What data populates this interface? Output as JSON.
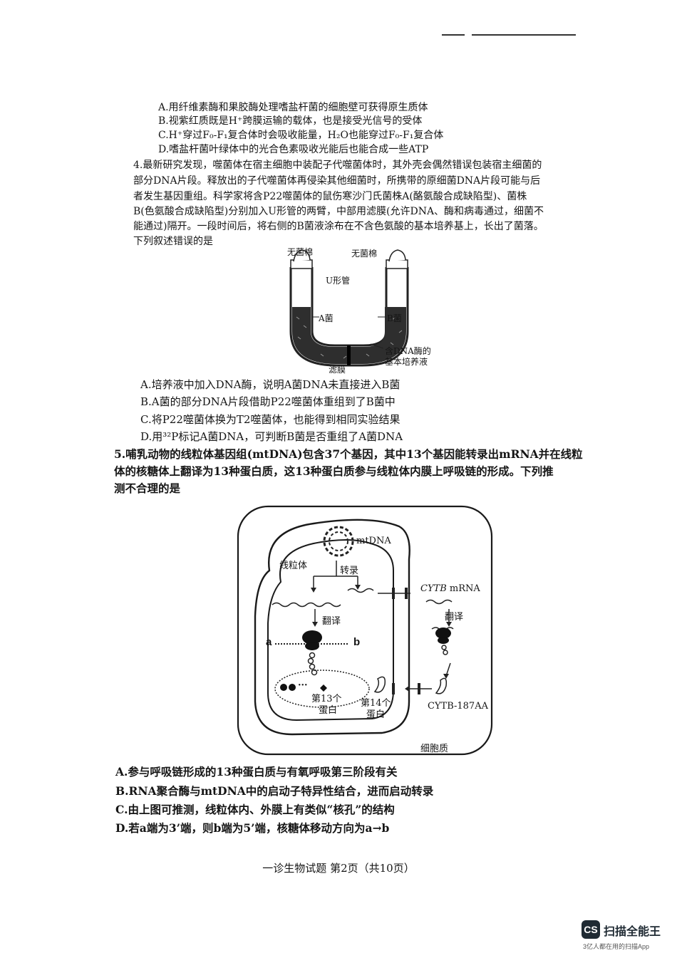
{
  "q3_options": [
    "A.用纤维素酶和果胶酶处理嗜盐杆菌的细胞壁可获得原生质体",
    "B.视紫红质既是H⁺跨膜运输的载体，也是接受光信号的受体",
    "C.H⁺穿过F₀-F₁复合体时会吸收能量，H₂O也能穿过F₀-F₁复合体",
    "D.嗜盐杆菌叶绿体中的光合色素吸收光能后也能合成一些ATP"
  ],
  "q4": {
    "lines": [
      "4.最新研究发现，噬菌体在宿主细胞中装配子代噬菌体时，其外壳会偶然错误包装宿主细菌的",
      "部分DNA片段。释放出的子代噬菌体再侵染其他细菌时，所携带的原细菌DNA片段可能与后",
      "者发生基因重组。科学家将含P22噬菌体的鼠伤寒沙门氏菌株A(酪氨酸合成缺陷型)、菌株",
      "B(色氨酸合成缺陷型)分别加入U形管的两臂，中部用滤膜(允许DNA、酶和病毒通过，细菌不",
      "能通过)隔开。一段时间后，将右侧的B菌液涂布在不含色氨酸的基本培养基上，长出了菌落。",
      "下列叙述错误的是"
    ],
    "figure": {
      "left_plug": "无菌棉",
      "right_plug": "无菌棉",
      "tube": "U形管",
      "a_label": "A菌",
      "b_label": "B菌",
      "medium_line1": "含DNA酶的",
      "medium_line2": "基本培养液",
      "filter": "滤膜"
    },
    "options": [
      "A.培养液中加入DNA酶，说明A菌DNA未直接进入B菌",
      "B.A菌的部分DNA片段借助P22噬菌体重组到了B菌中",
      "C.将P22噬菌体换为T2噬菌体，也能得到相同实验结果",
      "D.用³²P标记A菌DNA，可判断B菌是否重组了A菌DNA"
    ]
  },
  "q5": {
    "lines": [
      "5.哺乳动物的线粒体基因组(mtDNA)包含37个基因，其中13个基因能转录出mRNA并在线粒",
      "体的核糖体上翻译为13种蛋白质，这13种蛋白质参与线粒体内膜上呼吸链的形成。下列推",
      "测不合理的是"
    ],
    "figure": {
      "mtdna": "mtDNA",
      "mito": "线粒体",
      "transcription": "转录",
      "cytb_mrna_italic": "CYTB",
      "cytb_mrna_rest": " mRNA",
      "translation1": "翻译",
      "translation2": "翻译",
      "end_a": "a",
      "end_b": "b",
      "dots": "···",
      "p13_line1": "第13个",
      "p13_line2": "蛋白",
      "p14_line1": "第14个",
      "p14_line2": "蛋白",
      "cytb_protein": "CYTB-187AA",
      "cytoplasm": "细胞质"
    },
    "options": [
      "A.参与呼吸链形成的13种蛋白质与有氧呼吸第三阶段有关",
      "B.RNA聚合酶与mtDNA中的启动子特异性结合，进而启动转录",
      "C.由上图可推测，线粒体内、外膜上有类似“核孔”的结构",
      "D.若a端为3’端，则b端为5’端，核糖体移动方向为a→b"
    ]
  },
  "footer": "一诊生物试题 第2页（共10页）",
  "watermark": {
    "logo": "CS",
    "name": "扫描全能王",
    "sub": "3亿人都在用的扫描App"
  }
}
